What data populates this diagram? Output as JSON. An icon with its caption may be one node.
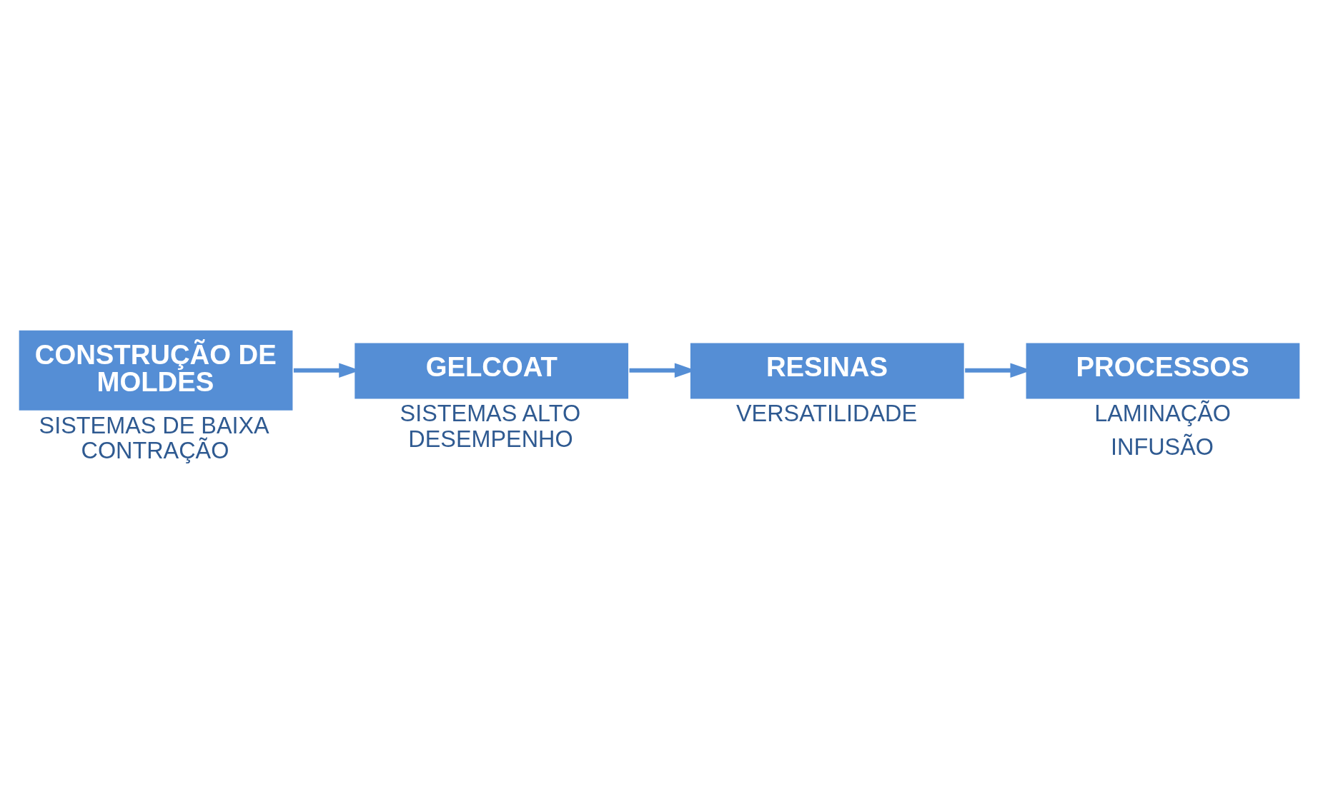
{
  "diagram": {
    "nodes": [
      {
        "text": [
          "CONSTRUÇÃO DE MOLDES"
        ],
        "beside": [
          "SISTEMAS DE BAIXA CONTRAÇÃO"
        ]
      },
      {
        "text": [
          "GELCOAT"
        ],
        "beside": [
          "SISTEMAS ALTO DESEMPENHO"
        ]
      },
      {
        "text": [
          "RESINAS"
        ],
        "beside": [
          "VERSATILIDADE"
        ]
      },
      {
        "text": [
          "PROCESSOS"
        ],
        "beside": [
          "LAMINAÇÃO",
          "INFUSÃO"
        ]
      }
    ],
    "edges": [
      {
        "from": 0,
        "to": 1,
        "arrow": "to"
      },
      {
        "from": 1,
        "to": 2,
        "arrow": "to"
      },
      {
        "from": 2,
        "to": 3,
        "arrow": "to"
      }
    ]
  }
}
